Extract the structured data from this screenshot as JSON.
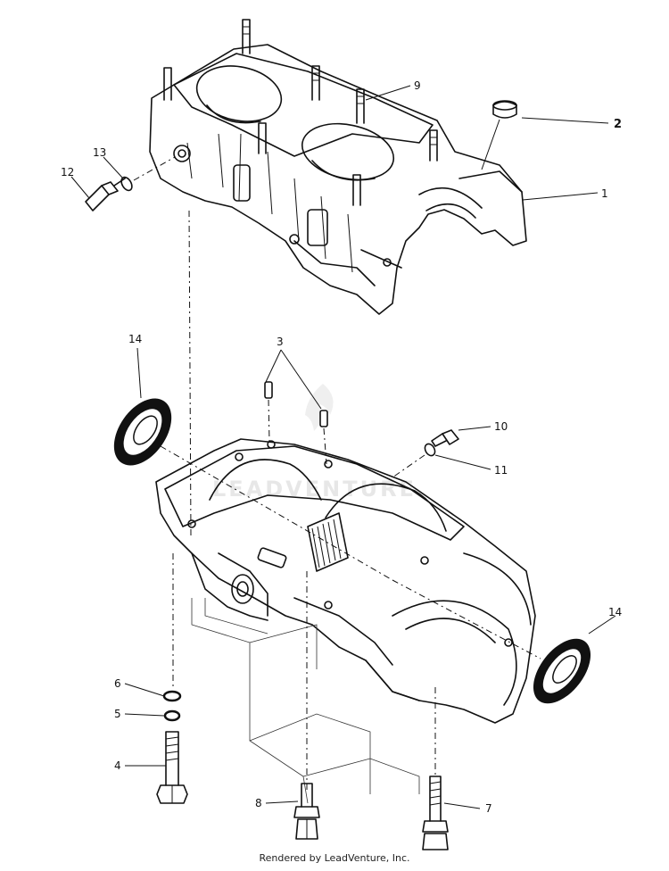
{
  "callouts": {
    "c1": "1",
    "c2": "2",
    "c3": "3",
    "c4": "4",
    "c5": "5",
    "c6": "6",
    "c7": "7",
    "c8": "8",
    "c9": "9",
    "c10": "10",
    "c11": "11",
    "c12": "12",
    "c13": "13",
    "c14a": "14",
    "c14b": "14"
  },
  "watermark": "LEADVENTURE",
  "footer": "Rendered by LeadVenture, Inc."
}
